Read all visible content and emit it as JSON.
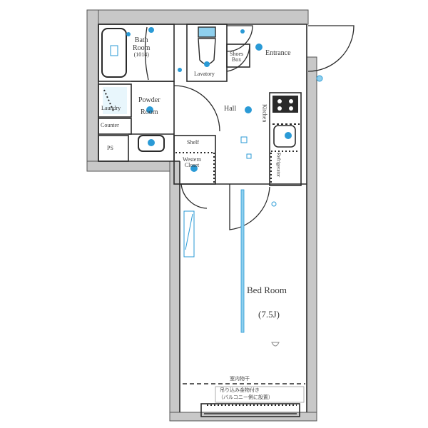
{
  "title": "1K floor plan",
  "colors": {
    "wall": "#c8c8c8",
    "line": "#2a2a2a",
    "fixture": "#2a9ad6",
    "fixture_light": "#8fd0ee",
    "text": "#3a3a3a"
  },
  "rooms": {
    "bath": {
      "name": "Bath",
      "name2": "Room",
      "size": "(1014)"
    },
    "lavatory": {
      "name": "Lavatory"
    },
    "shoes_box": {
      "name": "Shoes",
      "name2": "Box"
    },
    "entrance": {
      "name": "Entrance"
    },
    "laundry": {
      "name": "Laundry"
    },
    "powder_room": {
      "name": "Powder",
      "name2": "Room"
    },
    "counter": {
      "name": "Counter"
    },
    "ps": {
      "name": "PS"
    },
    "hall": {
      "name": "Hall"
    },
    "kitchen": {
      "name": "Kitchen"
    },
    "shelf": {
      "name": "Shelf"
    },
    "closet": {
      "name": "Western",
      "name2": "Closet"
    },
    "refrigerator": {
      "name": "Refrigerator"
    },
    "bed_room": {
      "name": "Bed Room",
      "size": "(7.5J)"
    }
  },
  "notes": {
    "balcony_line1": "室内物干",
    "balcony_line2": "吊り込み金物付き",
    "balcony_line3": "（バルコニー側に設置）"
  },
  "icons": [
    "bathtub-icon",
    "toilet-icon",
    "sink-icon",
    "stove-icon",
    "washer-icon",
    "light-icon",
    "outlet-icon"
  ]
}
